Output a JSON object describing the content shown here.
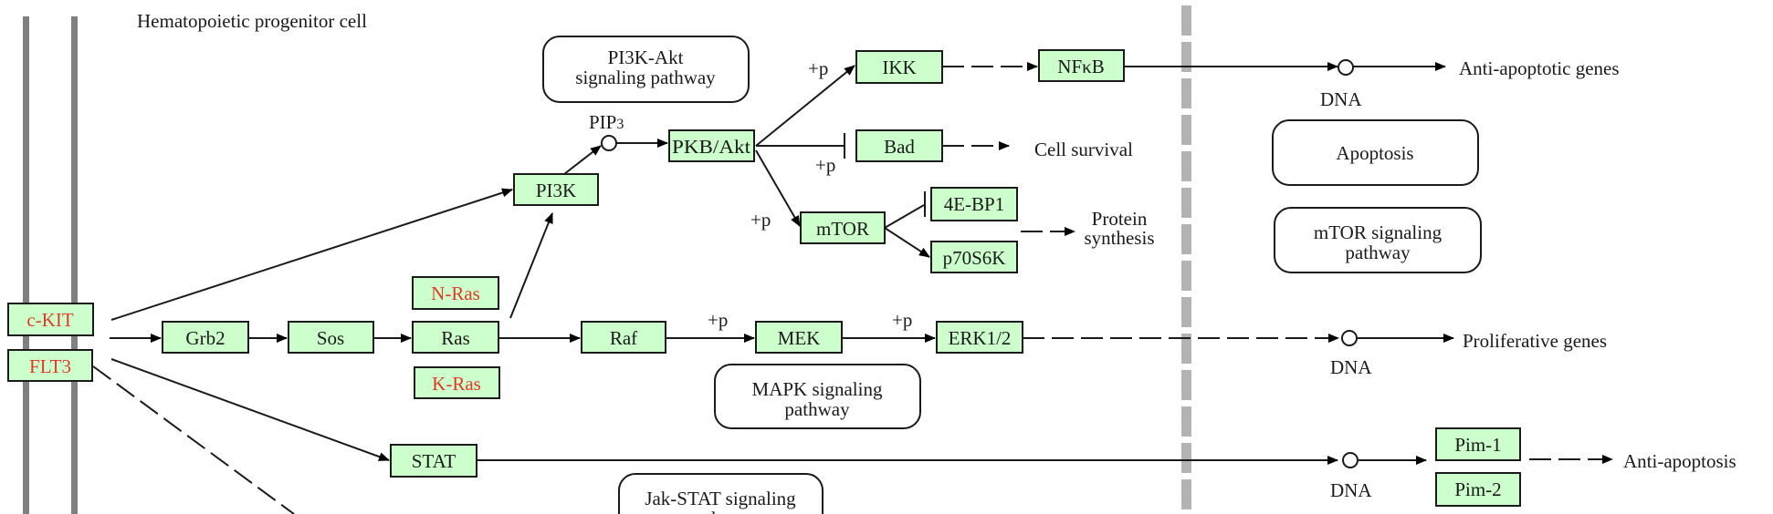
{
  "title": "Hematopoietic progenitor cell",
  "colors": {
    "gene_fill": "#ccffcc",
    "gene_border": "#1a1a1a",
    "highlight_text": "#e03a28",
    "normal_text": "#1a1a1a",
    "membrane": "#808080",
    "nuclear_membrane": "#b3b3b3"
  },
  "genes": [
    {
      "id": "ckit",
      "label": "c-KIT",
      "highlighted": true
    },
    {
      "id": "flt3",
      "label": "FLT3",
      "highlighted": true
    },
    {
      "id": "grb2",
      "label": "Grb2",
      "highlighted": false
    },
    {
      "id": "sos",
      "label": "Sos",
      "highlighted": false
    },
    {
      "id": "nras",
      "label": "N-Ras",
      "highlighted": true
    },
    {
      "id": "ras",
      "label": "Ras",
      "highlighted": false
    },
    {
      "id": "kras",
      "label": "K-Ras",
      "highlighted": true
    },
    {
      "id": "raf",
      "label": "Raf",
      "highlighted": false
    },
    {
      "id": "mek",
      "label": "MEK",
      "highlighted": false
    },
    {
      "id": "erk",
      "label": "ERK1/2",
      "highlighted": false
    },
    {
      "id": "pi3k",
      "label": "PI3K",
      "highlighted": false
    },
    {
      "id": "akt",
      "label": "PKB/Akt",
      "highlighted": false
    },
    {
      "id": "ikk",
      "label": "IKK",
      "highlighted": false
    },
    {
      "id": "nfkb",
      "label": "NFκB",
      "highlighted": false
    },
    {
      "id": "bad",
      "label": "Bad",
      "highlighted": false
    },
    {
      "id": "mtor",
      "label": "mTOR",
      "highlighted": false
    },
    {
      "id": "4ebp1",
      "label": "4E-BP1",
      "highlighted": false
    },
    {
      "id": "p70s6k",
      "label": "p70S6K",
      "highlighted": false
    },
    {
      "id": "stat",
      "label": "STAT",
      "highlighted": false
    },
    {
      "id": "pim1",
      "label": "Pim-1",
      "highlighted": false
    },
    {
      "id": "pim2",
      "label": "Pim-2",
      "highlighted": false
    }
  ],
  "pathways": [
    {
      "id": "pi3k_akt",
      "lines": [
        "PI3K-Akt",
        "signaling pathway"
      ]
    },
    {
      "id": "mapk",
      "lines": [
        "MAPK signaling",
        "pathway"
      ]
    },
    {
      "id": "jak_stat",
      "lines": [
        "Jak-STAT signaling",
        "pathway"
      ]
    },
    {
      "id": "apoptosis",
      "lines": [
        "Apoptosis"
      ]
    },
    {
      "id": "mtor_path",
      "lines": [
        "mTOR signaling",
        "pathway"
      ]
    }
  ],
  "compounds": [
    {
      "id": "pip3",
      "label": "PIP3"
    }
  ],
  "dna_nodes": [
    {
      "id": "dna1",
      "label": "DNA"
    },
    {
      "id": "dna2",
      "label": "DNA"
    },
    {
      "id": "dna3",
      "label": "DNA"
    }
  ],
  "outcomes": [
    {
      "id": "anti_apoptotic_genes",
      "lines": [
        "Anti-apoptotic genes"
      ]
    },
    {
      "id": "cell_survival",
      "lines": [
        "Cell survival"
      ]
    },
    {
      "id": "protein_synthesis",
      "lines": [
        "Protein",
        "synthesis"
      ]
    },
    {
      "id": "proliferative_genes",
      "lines": [
        "Proliferative genes"
      ]
    },
    {
      "id": "anti_apoptosis",
      "lines": [
        "Anti-apoptosis"
      ]
    }
  ],
  "phospho_label": "+p",
  "edges": [
    {
      "from": "ckit",
      "to": "grb2",
      "type": "activation"
    },
    {
      "from": "grb2",
      "to": "sos",
      "type": "activation"
    },
    {
      "from": "sos",
      "to": "ras",
      "type": "activation"
    },
    {
      "from": "ras",
      "to": "raf",
      "type": "activation"
    },
    {
      "from": "raf",
      "to": "mek",
      "type": "activation",
      "mod": "+p"
    },
    {
      "from": "mek",
      "to": "erk",
      "type": "activation",
      "mod": "+p"
    },
    {
      "from": "erk",
      "to": "dna2",
      "type": "indirect"
    },
    {
      "from": "dna2",
      "to": "proliferative_genes",
      "type": "expression"
    },
    {
      "from": "ckit",
      "to": "pi3k",
      "type": "activation"
    },
    {
      "from": "ras",
      "to": "pi3k",
      "type": "activation"
    },
    {
      "from": "pi3k",
      "to": "pip3",
      "type": "activation"
    },
    {
      "from": "pip3",
      "to": "akt",
      "type": "activation"
    },
    {
      "from": "akt",
      "to": "ikk",
      "type": "activation",
      "mod": "+p"
    },
    {
      "from": "ikk",
      "to": "nfkb",
      "type": "indirect"
    },
    {
      "from": "nfkb",
      "to": "dna1",
      "type": "activation"
    },
    {
      "from": "dna1",
      "to": "anti_apoptotic_genes",
      "type": "expression"
    },
    {
      "from": "akt",
      "to": "bad",
      "type": "inhibition",
      "mod": "+p"
    },
    {
      "from": "bad",
      "to": "cell_survival",
      "type": "indirect"
    },
    {
      "from": "akt",
      "to": "mtor",
      "type": "activation",
      "mod": "+p"
    },
    {
      "from": "mtor",
      "to": "4ebp1",
      "type": "inhibition"
    },
    {
      "from": "mtor",
      "to": "p70s6k",
      "type": "activation"
    },
    {
      "from": "p70s6k",
      "to": "protein_synthesis",
      "type": "indirect"
    },
    {
      "from": "flt3",
      "to": "stat",
      "type": "activation"
    },
    {
      "from": "stat",
      "to": "dna3",
      "type": "activation"
    },
    {
      "from": "dna3",
      "to": "pim1",
      "type": "expression"
    },
    {
      "from": "pim1",
      "to": "anti_apoptosis",
      "type": "indirect"
    }
  ]
}
